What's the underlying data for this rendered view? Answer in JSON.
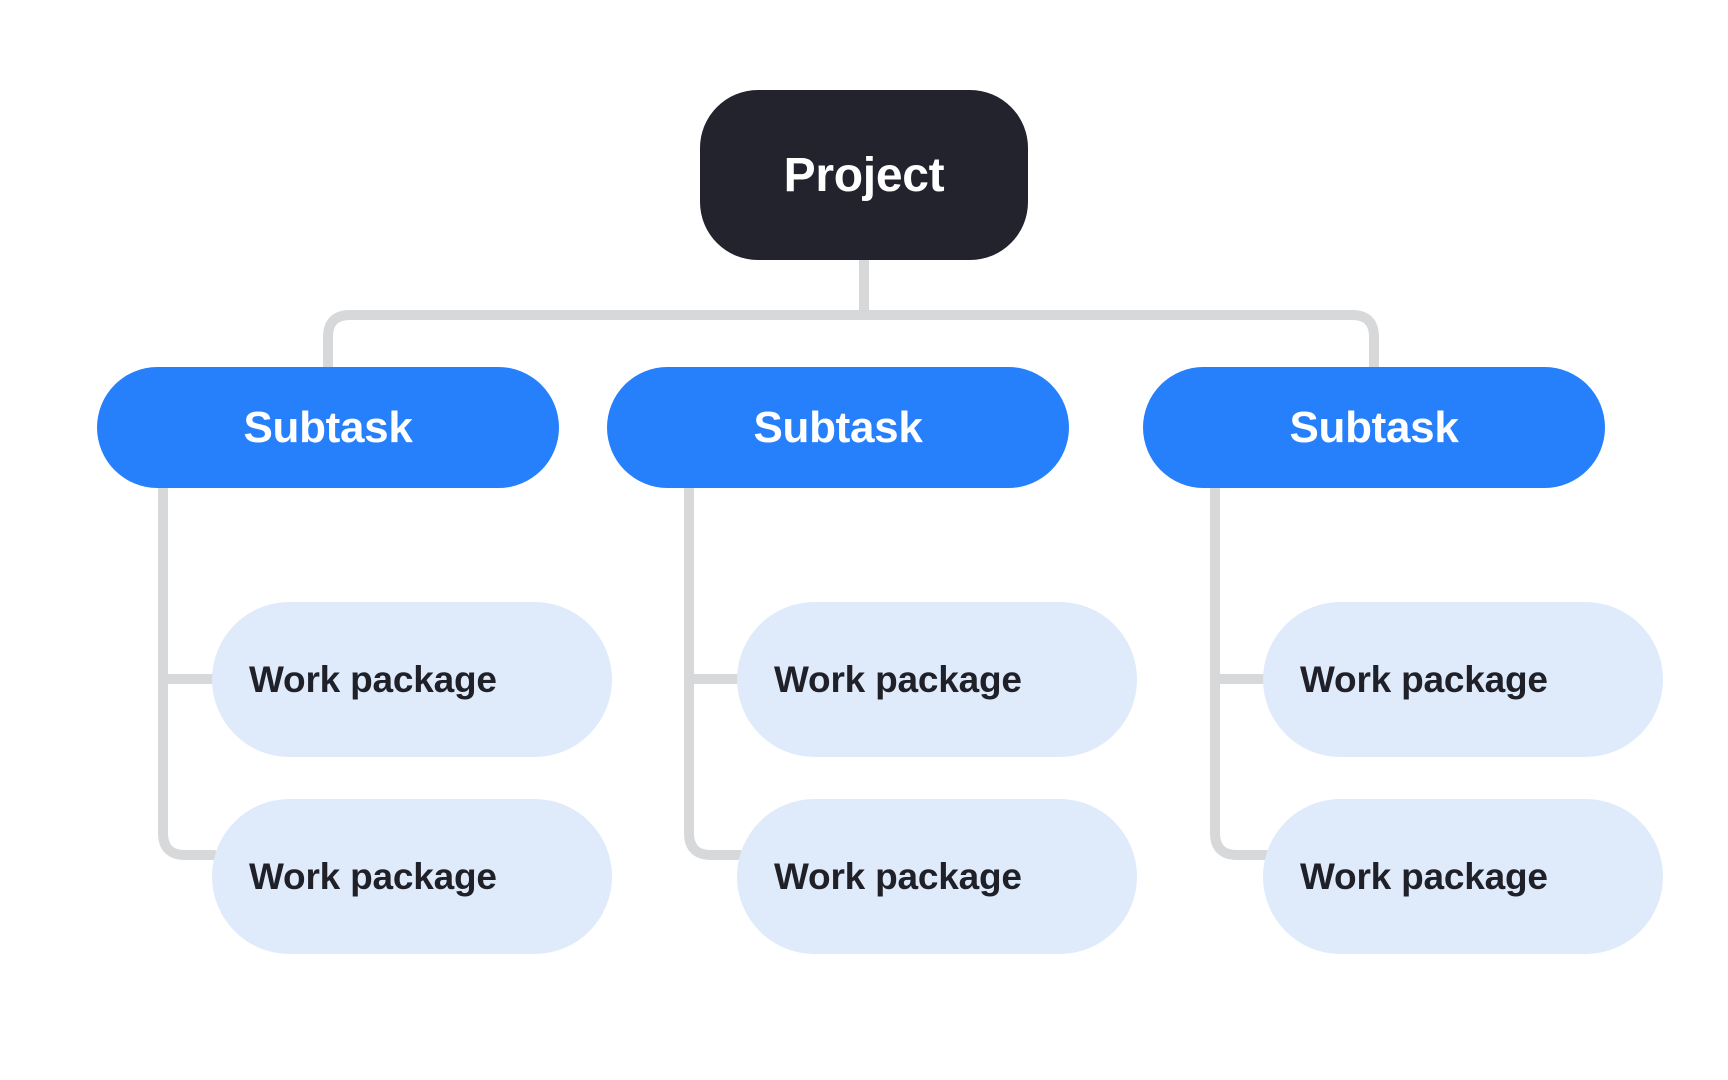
{
  "diagram": {
    "title_node": {
      "label": "Project"
    },
    "colors": {
      "root_bg": "#22232D",
      "root_text": "#FFFFFF",
      "subtask_bg": "#2680FC",
      "subtask_text": "#FFFFFF",
      "work_package_bg": "#DFEAFB",
      "work_package_text": "#1F2028",
      "connector": "#D7D8DA",
      "canvas_bg": "#FFFFFF"
    },
    "branches": [
      {
        "label": "Subtask",
        "work_packages": [
          {
            "label": "Work package"
          },
          {
            "label": "Work package"
          }
        ]
      },
      {
        "label": "Subtask",
        "work_packages": [
          {
            "label": "Work package"
          },
          {
            "label": "Work package"
          }
        ]
      },
      {
        "label": "Subtask",
        "work_packages": [
          {
            "label": "Work package"
          },
          {
            "label": "Work package"
          }
        ]
      }
    ]
  }
}
